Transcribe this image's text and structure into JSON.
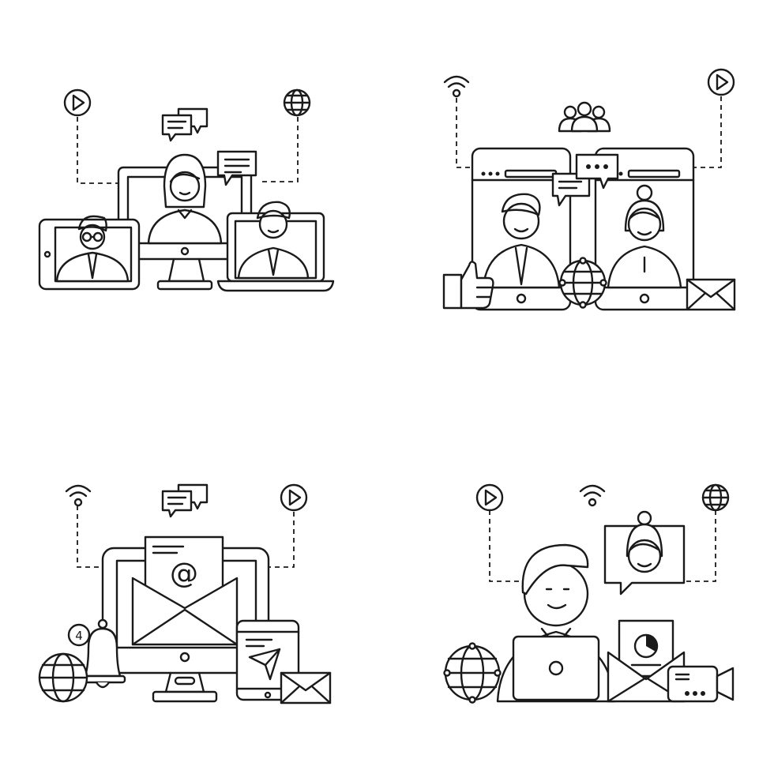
{
  "colors": {
    "stroke": "#1a1a1a",
    "background": "#ffffff"
  },
  "panels": [
    {
      "name": "video-conference",
      "icons": [
        "play-icon",
        "globe-icon",
        "chat-bubbles-icon",
        "tablet-icon",
        "monitor-icon",
        "laptop-icon"
      ]
    },
    {
      "name": "mobile-video-call",
      "icons": [
        "wifi-icon",
        "play-icon",
        "group-icon",
        "thumbs-up-icon",
        "globe-icon",
        "envelope-icon"
      ]
    },
    {
      "name": "email-communication",
      "icons": [
        "wifi-icon",
        "chat-bubbles-icon",
        "play-icon",
        "bell-icon",
        "globe-icon",
        "tablet-icon",
        "envelope-icon"
      ],
      "bell_badge": "4",
      "email_symbol": "@"
    },
    {
      "name": "remote-worker",
      "icons": [
        "play-icon",
        "wifi-icon",
        "globe-icon",
        "laptop-icon",
        "envelope-icon",
        "video-camera-icon"
      ]
    }
  ]
}
